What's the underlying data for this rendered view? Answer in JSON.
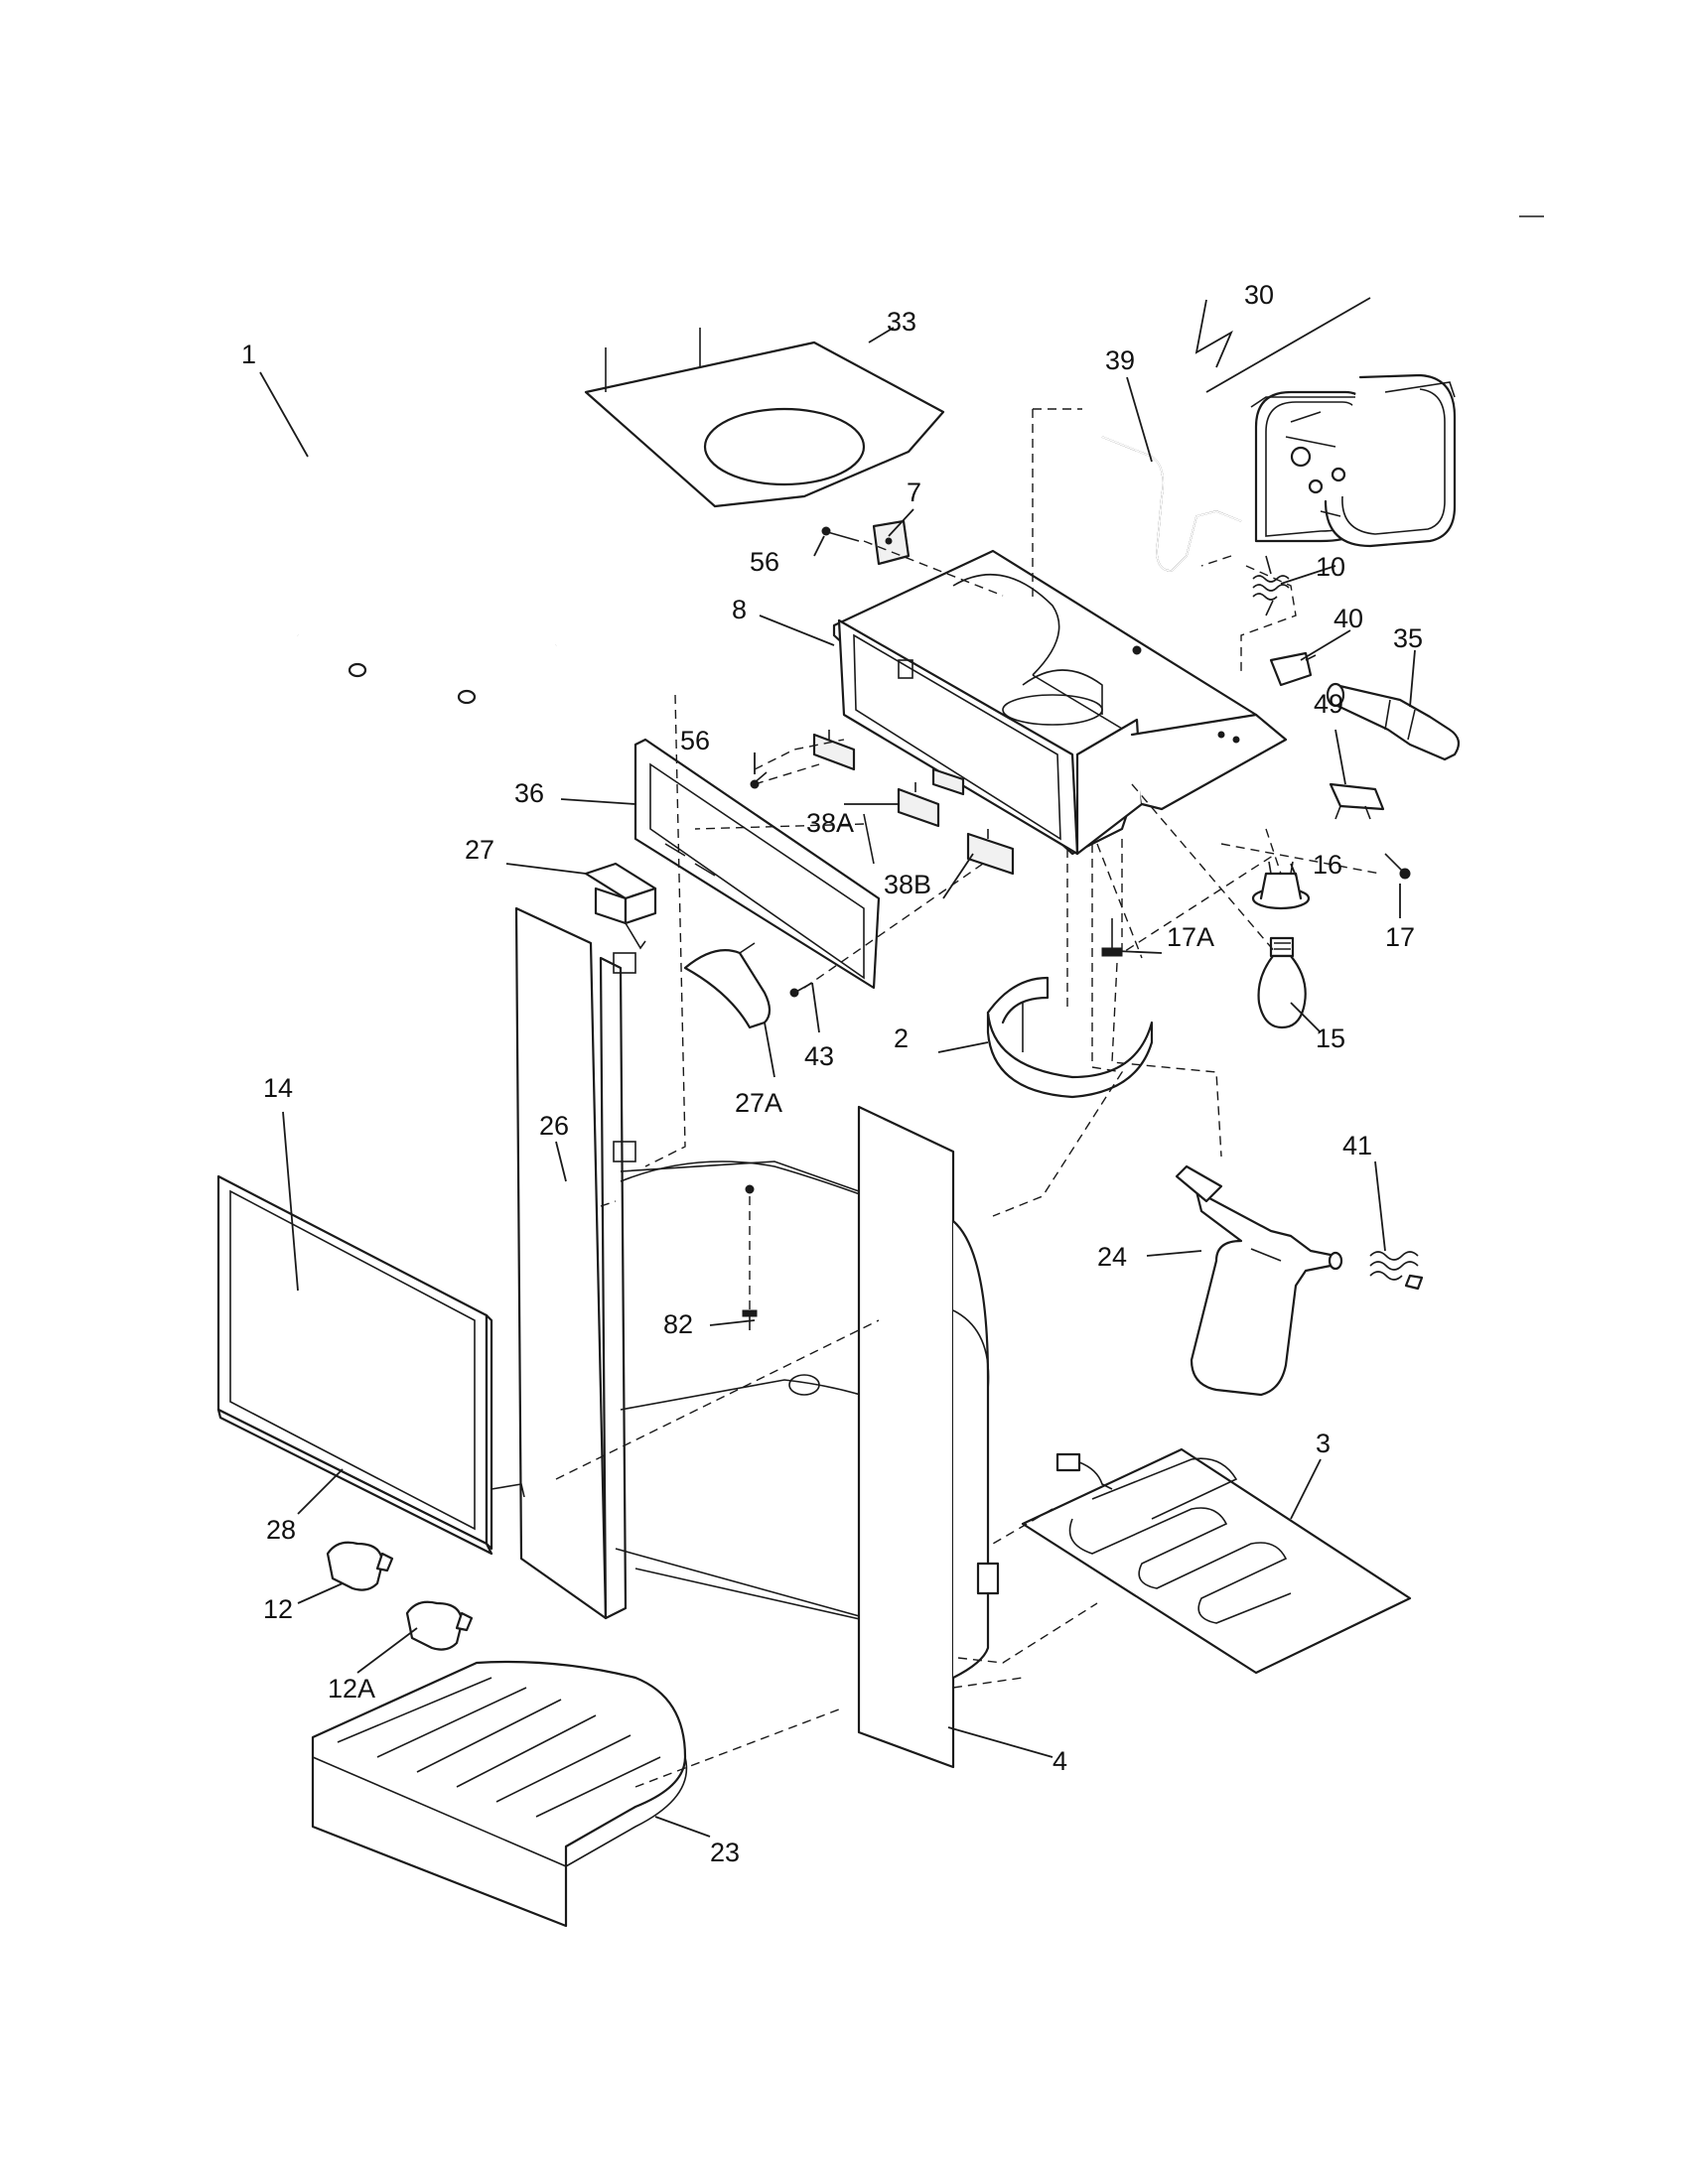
{
  "callouts": {
    "c1": "1",
    "c2": "2",
    "c3": "3",
    "c4": "4",
    "c7": "7",
    "c8": "8",
    "c10": "10",
    "c12": "12",
    "c12a": "12A",
    "c14": "14",
    "c15": "15",
    "c16": "16",
    "c17": "17",
    "c17a": "17A",
    "c23": "23",
    "c24": "24",
    "c26": "26",
    "c27": "27",
    "c27a": "27A",
    "c28": "28",
    "c30": "30",
    "c33": "33",
    "c35": "35",
    "c36": "36",
    "c38a": "38A",
    "c38b": "38B",
    "c39": "39",
    "c40": "40",
    "c41": "41",
    "c43": "43",
    "c49": "49",
    "c56a": "56",
    "c56b": "56",
    "c82": "82"
  },
  "colors": {
    "line": "#1a1a1a",
    "background": "#ffffff"
  }
}
